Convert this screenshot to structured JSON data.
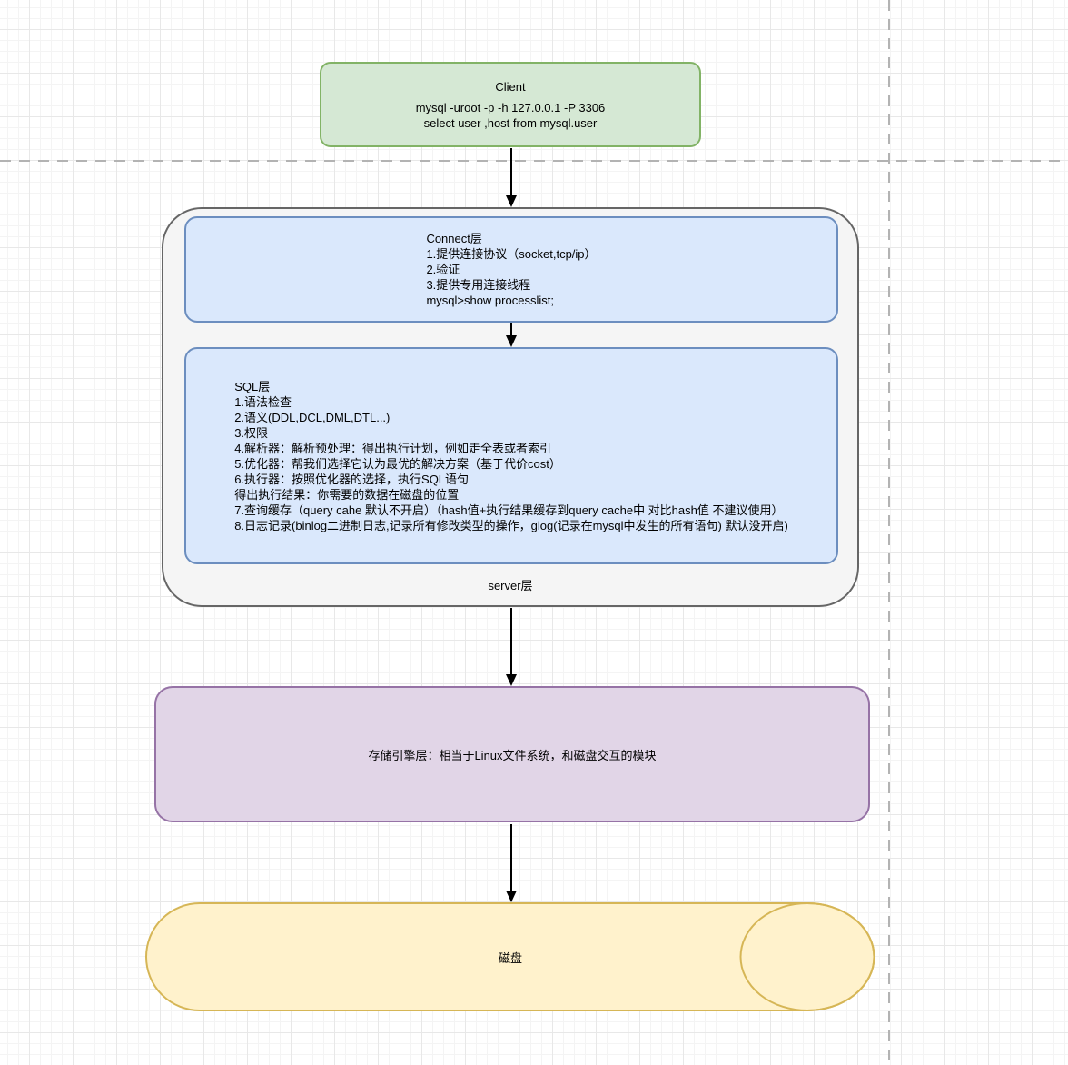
{
  "client": {
    "title": "Client",
    "lines": [
      "mysql -uroot -p -h 127.0.0.1 -P 3306",
      "select user ,host from mysql.user"
    ]
  },
  "connect": {
    "lines": [
      "Connect层",
      "1.提供连接协议（socket,tcp/ip）",
      "2.验证",
      "3.提供专用连接线程",
      "mysql>show processlist;"
    ]
  },
  "sql": {
    "lines": [
      "SQL层",
      "1.语法检查",
      "2.语义(DDL,DCL,DML,DTL...)",
      "3.权限",
      "4.解析器：解析预处理：得出执行计划，例如走全表或者索引",
      "5.优化器：帮我们选择它认为最优的解决方案（基于代价cost）",
      "6.执行器：按照优化器的选择，执行SQL语句",
      "得出执行结果：你需要的数据在磁盘的位置",
      "7.查询缓存（query cahe 默认不开启）（hash值+执行结果缓存到query cache中 对比hash值 不建议使用）",
      "8.日志记录(binlog二进制日志,记录所有修改类型的操作，glog(记录在mysql中发生的所有语句) 默认没开启)"
    ]
  },
  "server": {
    "label": "server层"
  },
  "storage": {
    "label": "存储引擎层：相当于Linux文件系统，和磁盘交互的模块"
  },
  "disk": {
    "label": "磁盘"
  },
  "colors": {
    "client_fill": "#d5e8d4",
    "client_stroke": "#82b366",
    "layer_fill": "#dae8fc",
    "layer_stroke": "#6c8ebf",
    "server_fill": "#f5f5f5",
    "server_stroke": "#666666",
    "storage_fill": "#e1d5e7",
    "storage_stroke": "#9673a6",
    "disk_fill": "#fff2cc",
    "disk_stroke": "#d6b656",
    "arrow": "#000000",
    "page_boundary": "#b3b3b3"
  }
}
